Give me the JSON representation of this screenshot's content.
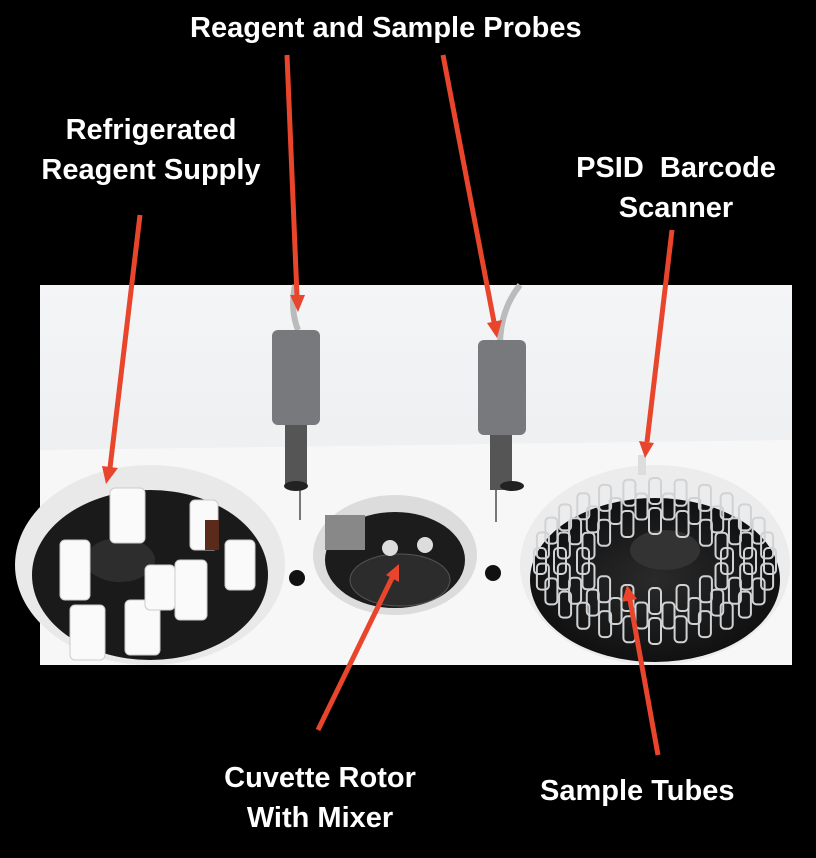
{
  "labels": {
    "probes": "Reagent and Sample Probes",
    "reagent_supply_line1": "Refrigerated",
    "reagent_supply_line2": "Reagent Supply",
    "scanner_line1": "PSID  Barcode",
    "scanner_line2": "Scanner",
    "cuvette_line1": "Cuvette Rotor",
    "cuvette_line2": "With Mixer",
    "sample_tubes": "Sample Tubes"
  },
  "colors": {
    "arrow": "#e8452c",
    "background": "#000000",
    "text": "#ffffff"
  }
}
